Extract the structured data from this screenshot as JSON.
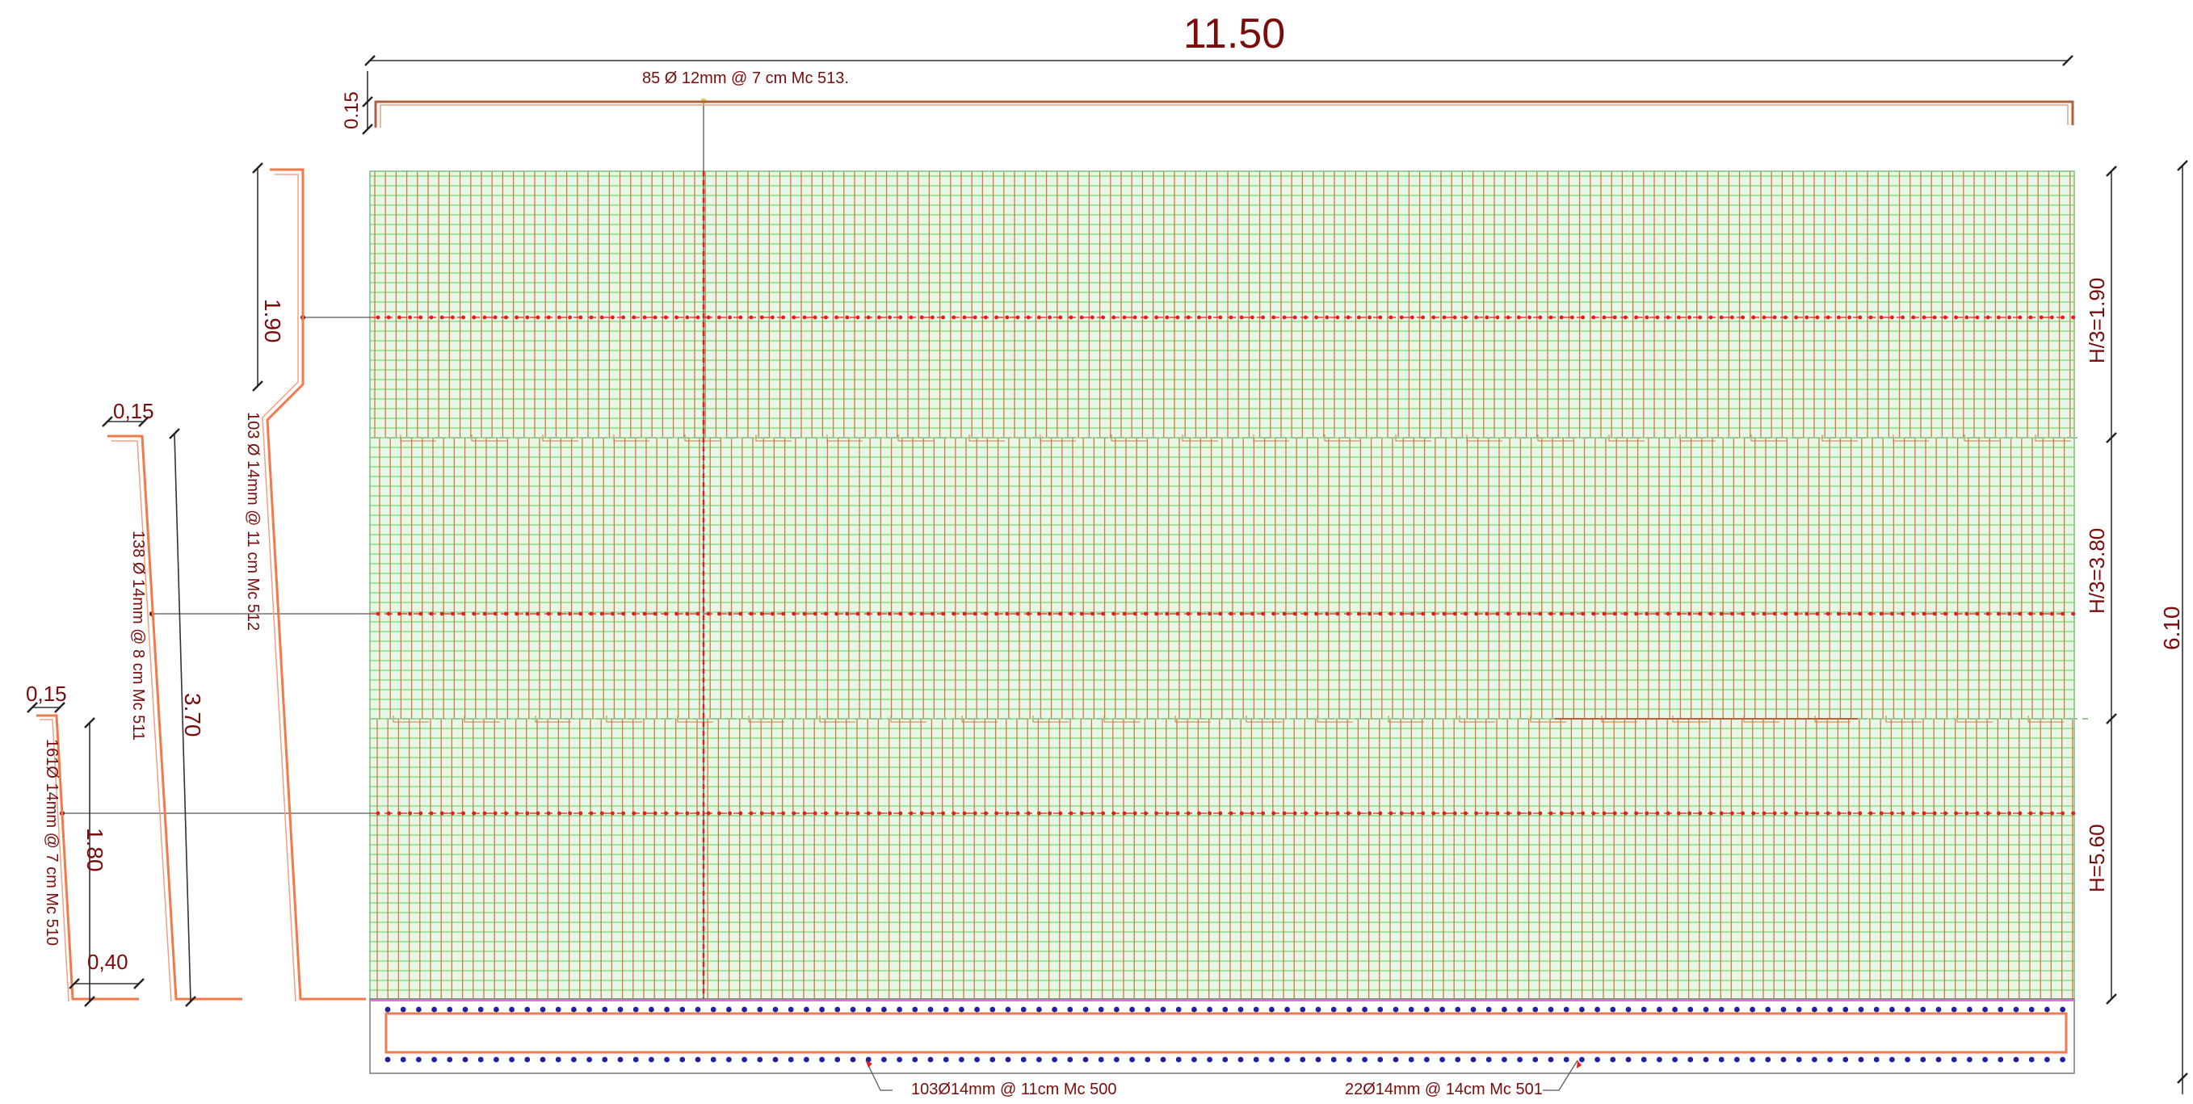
{
  "top_dimension": "11.50",
  "top_bar_label": "85 Ø 12mm @ 7 cm Mc 513.",
  "top_cover": "0.15",
  "right_dimension": "6.10",
  "right_levels": [
    "H/3=1.90",
    "H/3=3.80",
    "H=5.60"
  ],
  "bar_512": {
    "label": "103 Ø 14mm @ 11 cm Mc 512",
    "length": "1.90"
  },
  "bar_511": {
    "label": "138 Ø 14mm @ 8 cm Mc 511",
    "length": "3.70",
    "top": "0,15"
  },
  "bar_510": {
    "label": "161Ø 14mm @ 7 cm Mc 510",
    "length": "1.80",
    "top": "0,15",
    "foot": "0,40"
  },
  "bottom_labels": {
    "left": "103Ø14mm @ 11cm Mc 500",
    "right": "22Ø14mm @ 14cm Mc 501"
  },
  "colors": {
    "dimension_text": "#7a0c0c",
    "vertical_bars": "#d4793f",
    "horizontal_bars": "#5ad05a",
    "dowels": "#e02020",
    "shape_bars": "#f07a4a",
    "bottom_bars": "#2020a0",
    "background_band": "#e6f7e6"
  }
}
